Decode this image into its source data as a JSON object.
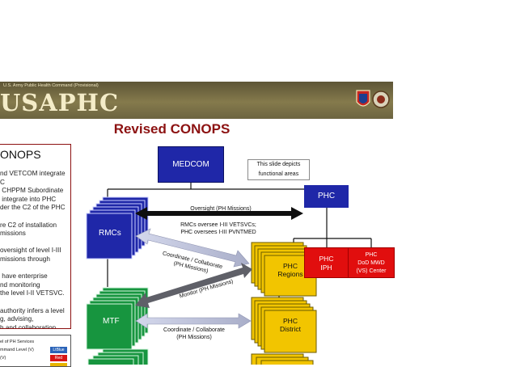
{
  "header": {
    "subtitle": "U.S. Army Public Health Command (Provisional)",
    "title": "USAPHC"
  },
  "slide_title": "Revised CONOPS",
  "conops_panel": {
    "title": "ONOPS",
    "text": "nd VETCOM integrate\nC\n CHPPM Subordinate\n integrate into PHC\nder the C2 of the PHC\n\nre C2 of installation\nmissions\n\noversight of level I-III\nmissions through\n\n have enterprise\nnd monitoring\nthe level I-II VETSVC.\n\nauthority infers a level\ng, advising,\nh and collaboration\nexecute oversight"
  },
  "legend": {
    "rows": [
      {
        "label": "el of PH Services",
        "swatch": "",
        "color": ""
      },
      {
        "label": "mmand Level (V)",
        "swatch": "LtBlue",
        "color": "#2a63b8"
      },
      {
        "label": "(V)",
        "swatch": "Red",
        "color": "#d61515"
      },
      {
        "label": "",
        "swatch": "",
        "color": "#e8b400"
      }
    ]
  },
  "nodes": {
    "medcom": "MEDCOM",
    "phc": "PHC",
    "rmcs": "RMCs",
    "mtf": "MTF",
    "phc_iph": "PHC\nIPH",
    "dod_mwd": "PHC\nDoD MWD\n(VS) Center",
    "phc_regions": "PHC\nRegions",
    "phc_district": "PHC\nDistrict"
  },
  "note": "This slide depicts\nfunctional areas",
  "labels": {
    "oversight": "Oversight (PH Missions)",
    "rmcs_oversee": "RMCs oversee I-III VETSVCs;\nPHC oversees I-III PVNTMED",
    "coord_upper": "Coordinate / Collaborate\n(PH Missions)",
    "monitor": "Monitor (PH Missions)",
    "coord_lower": "Coordinate / Collaborate\n(PH Missions)"
  },
  "colors": {
    "navy": "#1f27a8",
    "green": "#17953f",
    "yellow": "#f2c500",
    "red": "#e10e0e",
    "title_red": "#8c1111"
  }
}
